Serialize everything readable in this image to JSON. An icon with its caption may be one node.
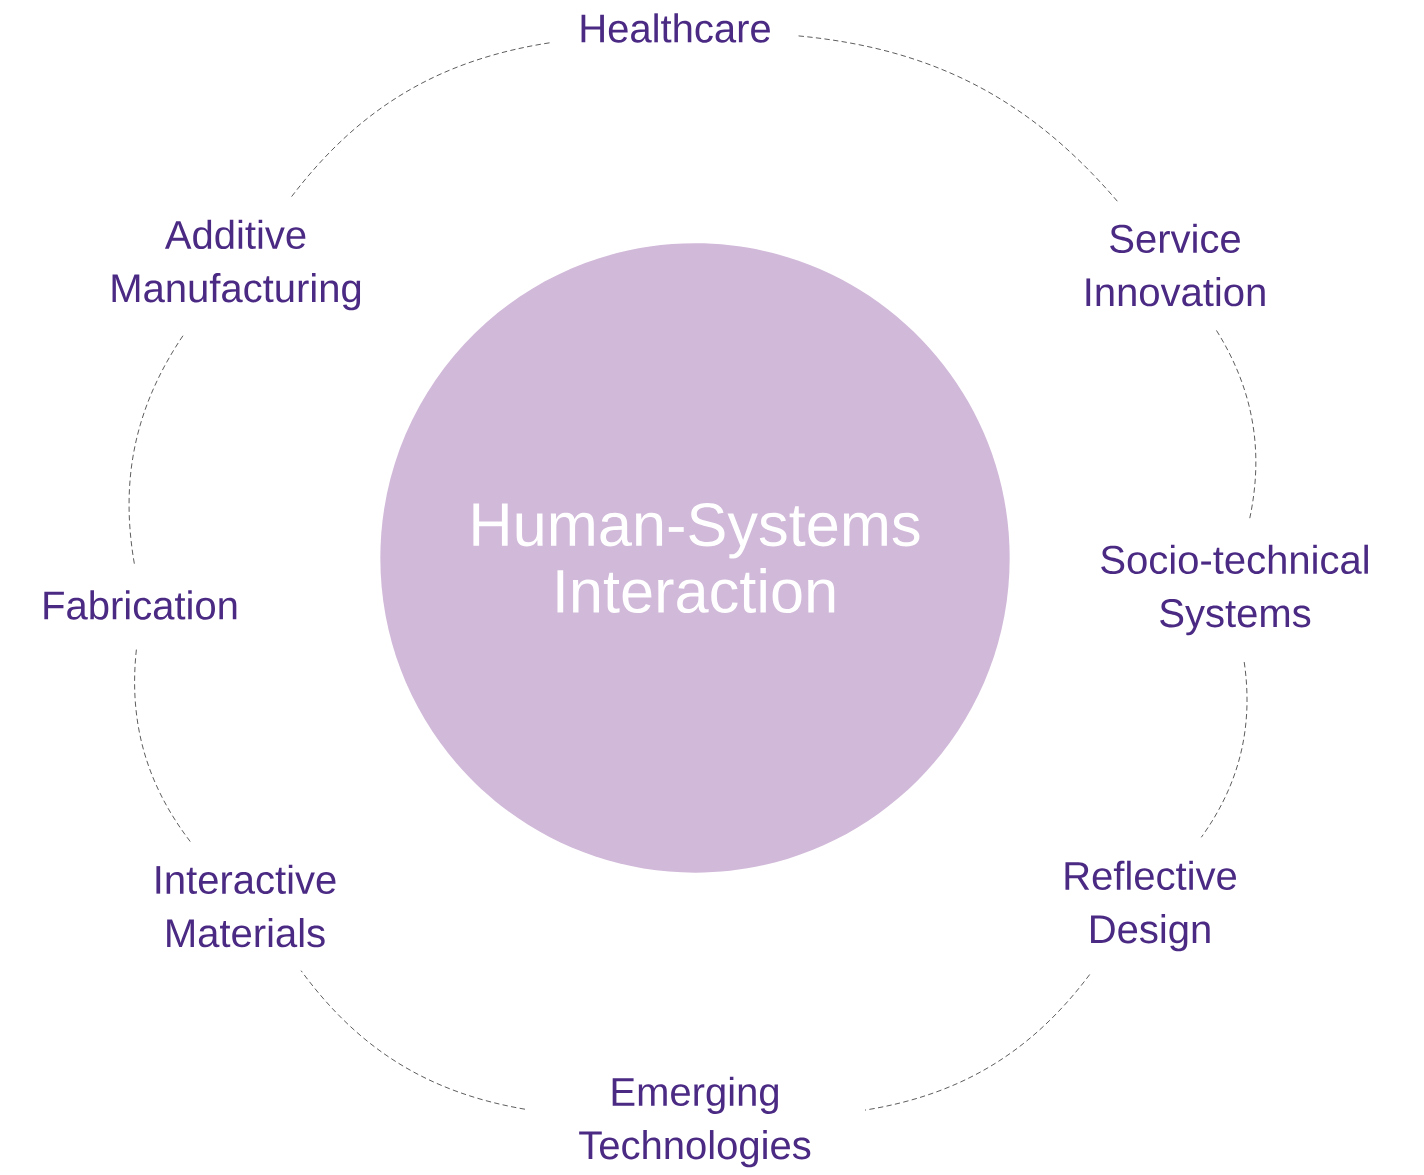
{
  "diagram": {
    "nodes": [
      {
        "text": [
          "Healthcare"
        ]
      },
      {
        "text": [
          "Service Innovation"
        ]
      },
      {
        "text": [
          "Socio-technical Systems"
        ]
      },
      {
        "text": [
          "Reflective Design"
        ]
      },
      {
        "text": [
          "Emerging Technologies"
        ]
      },
      {
        "text": [
          "Interactive Materials"
        ]
      },
      {
        "text": [
          "Fabrication"
        ]
      },
      {
        "text": [
          "Additive Manufacturing"
        ]
      },
      {
        "text": [
          "Human-Systems Interaction"
        ]
      }
    ],
    "edges": [
      {
        "from": 0,
        "to": 1,
        "arrow": "none",
        "style": "dashed"
      },
      {
        "from": 1,
        "to": 2,
        "arrow": "none",
        "style": "dashed"
      },
      {
        "from": 2,
        "to": 3,
        "arrow": "none",
        "style": "dashed"
      },
      {
        "from": 3,
        "to": 4,
        "arrow": "none",
        "style": "dashed"
      },
      {
        "from": 4,
        "to": 5,
        "arrow": "none",
        "style": "dashed"
      },
      {
        "from": 5,
        "to": 6,
        "arrow": "none",
        "style": "dashed"
      },
      {
        "from": 6,
        "to": 7,
        "arrow": "none",
        "style": "dashed"
      },
      {
        "from": 7,
        "to": 0,
        "arrow": "none",
        "style": "dashed"
      }
    ]
  }
}
